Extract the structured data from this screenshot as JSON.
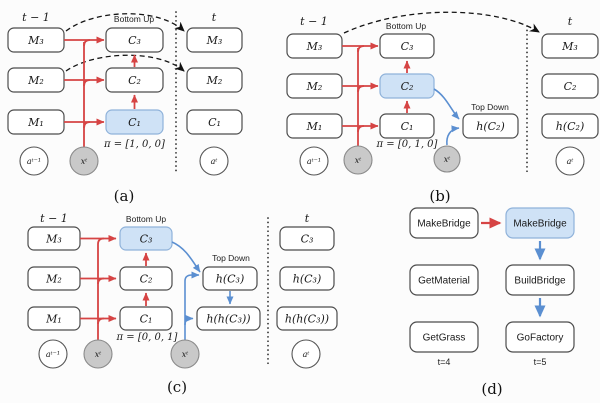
{
  "colors": {
    "red_arrow": "#d64444",
    "blue_arrow": "#5b8fd1",
    "highlight_fill": "#cfe2f6",
    "highlight_border": "#8fb2da",
    "box_border": "#4c4c4c",
    "observation_fill": "#c9c9c9",
    "background": "#fcfcfc"
  },
  "figures": {
    "a": {
      "caption": "(a)",
      "prev_time": "t − 1",
      "next_time": "t",
      "bottom_up": "Bottom Up",
      "pi": "π = [1, 0, 0]",
      "prev_mem": [
        "M₃",
        "M₂",
        "M₁"
      ],
      "candidates": [
        "C₃",
        "C₂",
        "C₁"
      ],
      "next_mem": [
        "M₃",
        "M₂",
        "C₁"
      ],
      "prev_action": "aᵗ⁻¹",
      "observation": "xᵗ",
      "next_action": "aᵗ"
    },
    "b": {
      "caption": "(b)",
      "prev_time": "t − 1",
      "next_time": "t",
      "bottom_up": "Bottom Up",
      "top_down": "Top Down",
      "pi": "π = [0, 1, 0]",
      "prev_mem": [
        "M₃",
        "M₂",
        "M₁"
      ],
      "candidates": [
        "C₃",
        "C₂",
        "C₁"
      ],
      "top_down_box": "h(C₂)",
      "next_mem": [
        "M₃",
        "C₂",
        "h(C₂)"
      ],
      "prev_action": "aᵗ⁻¹",
      "observation": "xᵗ",
      "observation2": "xᵗ",
      "next_action": "aᵗ"
    },
    "c": {
      "caption": "(c)",
      "prev_time": "t − 1",
      "next_time": "t",
      "bottom_up": "Bottom Up",
      "top_down": "Top Down",
      "pi": "π = [0, 0, 1]",
      "prev_mem": [
        "M₃",
        "M₂",
        "M₁"
      ],
      "candidates": [
        "C₃",
        "C₂",
        "C₁"
      ],
      "top_down_boxes": [
        "h(C₃)",
        "h(h(C₃))"
      ],
      "next_mem": [
        "C₃",
        "h(C₃)",
        "h(h(C₃))"
      ],
      "prev_action": "aᵗ⁻¹",
      "observation": "xᵗ",
      "observation2": "xᵗ",
      "next_action": "aᵗ"
    },
    "d": {
      "caption": "(d)",
      "prev_plan": [
        "MakeBridge",
        "GetMaterial",
        "GetGrass"
      ],
      "next_plan": [
        "MakeBridge",
        "BuildBridge",
        "GoFactory"
      ],
      "prev_time": "t=4",
      "next_time": "t=5"
    }
  }
}
